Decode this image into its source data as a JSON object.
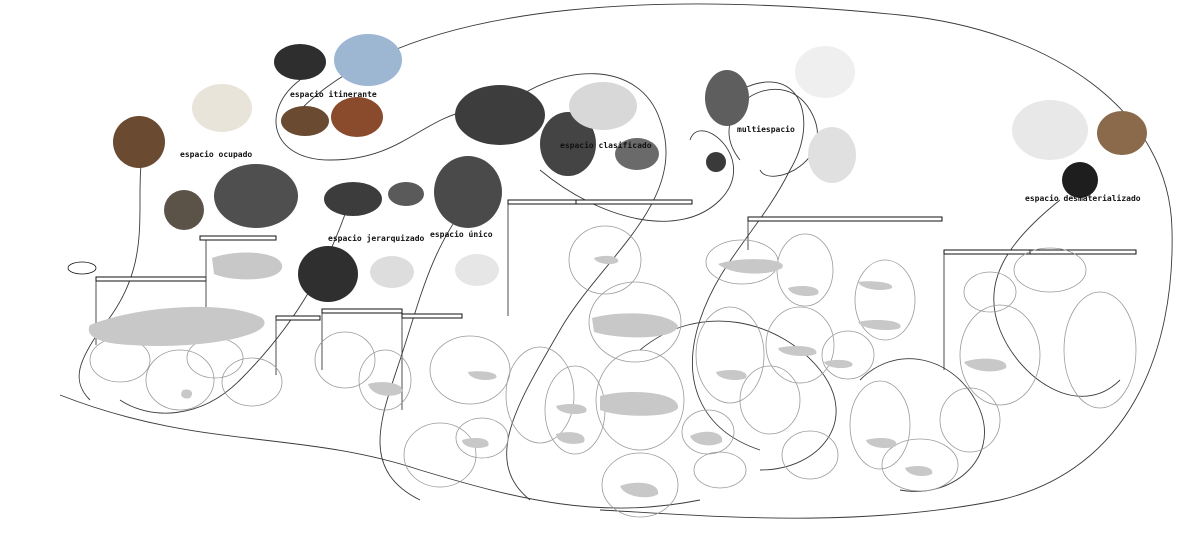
{
  "clusters": [
    {
      "id": "ocupado",
      "label": "espacio ocupado"
    },
    {
      "id": "itinerante",
      "label": "espacio itinerante"
    },
    {
      "id": "jerarquizado",
      "label": "espacio jerarquizado"
    },
    {
      "id": "unico",
      "label": "espacio único"
    },
    {
      "id": "clasificado",
      "label": "espacio clasificado"
    },
    {
      "id": "multiespacio",
      "label": "multiespacio"
    },
    {
      "id": "desmaterializado",
      "label": "espacio desmaterializado"
    }
  ],
  "thumbnails": [
    {
      "cluster": "ocupado",
      "kind": "photo",
      "tone": "#6b4a32"
    },
    {
      "cluster": "ocupado",
      "kind": "drawing",
      "tone": "#e9e4da"
    },
    {
      "cluster": "ocupado",
      "kind": "photo",
      "tone": "#5b5347"
    },
    {
      "cluster": "ocupado",
      "kind": "photo",
      "tone": "#4f4f4f"
    },
    {
      "cluster": "itinerante",
      "kind": "photo",
      "tone": "#2e2e2e"
    },
    {
      "cluster": "itinerante",
      "kind": "photo",
      "tone": "#9db6d2"
    },
    {
      "cluster": "itinerante",
      "kind": "photo",
      "tone": "#6a4a30"
    },
    {
      "cluster": "itinerante",
      "kind": "photo",
      "tone": "#8a4a2c"
    },
    {
      "cluster": "jerarquizado",
      "kind": "photo",
      "tone": "#3c3c3c"
    },
    {
      "cluster": "jerarquizado",
      "kind": "photo",
      "tone": "#5a5a5a"
    },
    {
      "cluster": "jerarquizado",
      "kind": "photo",
      "tone": "#2f2f2f"
    },
    {
      "cluster": "jerarquizado",
      "kind": "drawing",
      "tone": "#dddddd"
    },
    {
      "cluster": "unico",
      "kind": "photo",
      "tone": "#4a4a4a"
    },
    {
      "cluster": "unico",
      "kind": "drawing",
      "tone": "#e6e6e6"
    },
    {
      "cluster": "clasificado",
      "kind": "photo",
      "tone": "#3d3d3d"
    },
    {
      "cluster": "clasificado",
      "kind": "photo",
      "tone": "#444444"
    },
    {
      "cluster": "clasificado",
      "kind": "drawing",
      "tone": "#d8d8d8"
    },
    {
      "cluster": "clasificado",
      "kind": "photo",
      "tone": "#6a6a6a"
    },
    {
      "cluster": "multiespacio",
      "kind": "photo",
      "tone": "#5e5e5e"
    },
    {
      "cluster": "multiespacio",
      "kind": "photo",
      "tone": "#3a3a3a"
    },
    {
      "cluster": "multiespacio",
      "kind": "drawing",
      "tone": "#efefef"
    },
    {
      "cluster": "multiespacio",
      "kind": "drawing",
      "tone": "#e0e0e0"
    },
    {
      "cluster": "desmaterializado",
      "kind": "drawing",
      "tone": "#e8e8e8"
    },
    {
      "cluster": "desmaterializado",
      "kind": "photo",
      "tone": "#8a6a4a"
    },
    {
      "cluster": "desmaterializado",
      "kind": "photo",
      "tone": "#1e1e1e"
    }
  ],
  "colors": {
    "background": "#ffffff",
    "line": "#3a3a3a",
    "bubble_outline": "#9a9a9a",
    "blob_fill": "#c8c8c8"
  },
  "icons": [
    "timeline-bar",
    "bubble",
    "photo-thumbnail"
  ]
}
